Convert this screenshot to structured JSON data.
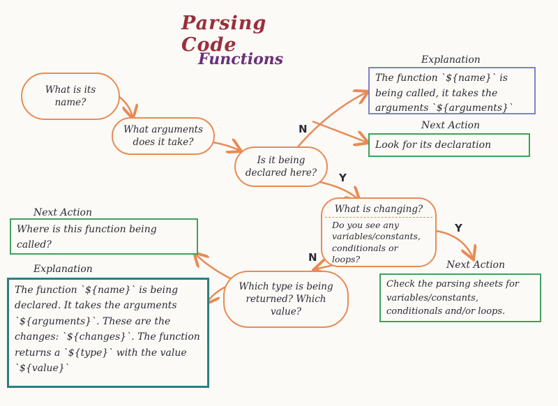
{
  "title": "Parsing Code",
  "subtitle": "Functions",
  "nodes": {
    "what_name": "What is its name?",
    "what_arguments": "What arguments does it take?",
    "declared_here": "Is it being declared here?",
    "what_changing": "What is changing?",
    "see_any": "Do you see any variables/constants, conditionals or loops?",
    "which_type": "Which type is being returned? Which value?"
  },
  "labels": {
    "explanation_top": "Explanation",
    "next_action_mid_right": "Next Action",
    "next_action_left": "Next Action",
    "explanation_left": "Explanation",
    "next_action_bottom_right": "Next Action"
  },
  "boxes": {
    "explain_called": "The function `${name}` is being called, it takes the arguments `${arguments}`",
    "look_declaration": "Look for its declaration",
    "where_called": "Where is this function being called?",
    "explain_declared": "The function `${name}` is being declared. It takes the arguments `${arguments}`. These are the changes: `${changes}`. The function returns a `${type}` with the value `${value}`",
    "check_sheets": "Check the parsing sheets for variables/constants, conditionals and/or loops."
  },
  "branches": {
    "n_top": "N",
    "y_declared": "Y",
    "y_changing": "Y",
    "n_changing": "N"
  },
  "colors": {
    "question_border": "#e88a55",
    "explain_border": "#7b82c9",
    "action_border": "#3fa15c",
    "explain_left_border": "#2d7d83",
    "title": "#9a2f3d",
    "subtitle": "#6b2f7a"
  }
}
